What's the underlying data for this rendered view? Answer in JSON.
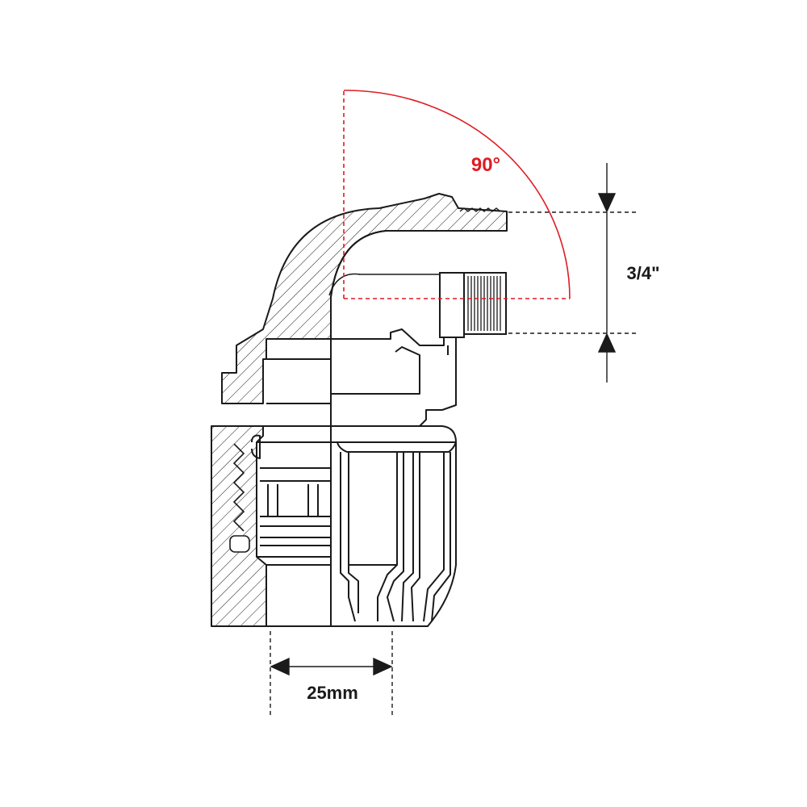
{
  "labels": {
    "angle": "90°",
    "thread_size": "3/4\"",
    "pipe_diameter": "25mm"
  },
  "colors": {
    "line": "#1a1a1a",
    "angle_marker": "#e01b24",
    "background": "#ffffff"
  }
}
